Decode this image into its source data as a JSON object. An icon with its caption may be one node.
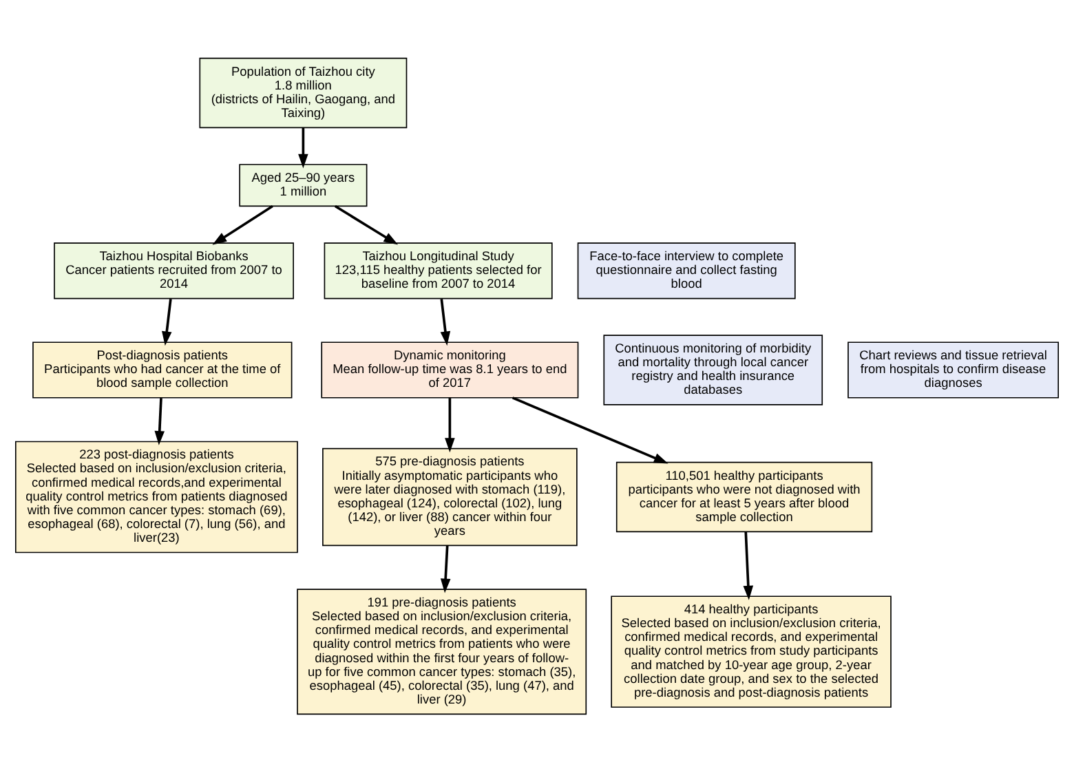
{
  "diagram": {
    "nodes": [
      {
        "text": [
          "Population of Taizhou city",
          "1.8 million",
          "(districts of Hailin, Gaogang, and Taixing)"
        ]
      },
      {
        "text": [
          "Aged 25–90 years",
          "1 million"
        ]
      },
      {
        "text": [
          "Taizhou Hospital Biobanks",
          "Cancer patients recruited from 2007 to 2014"
        ]
      },
      {
        "text": [
          "Taizhou Longitudinal Study",
          "123,115 healthy patients selected for baseline from 2007 to 2014"
        ]
      },
      {
        "text": [
          "Face-to-face interview to complete questionnaire and collect fasting blood"
        ]
      },
      {
        "text": [
          "Continuous monitoring of morbidity and mortality through local cancer registry and health insurance databases"
        ]
      },
      {
        "text": [
          "Dynamic monitoring",
          "Mean follow-up time was 8.1 years to end of 2017"
        ]
      },
      {
        "text": [
          "Chart reviews and tissue retrieval from hospitals to confirm disease diagnoses"
        ]
      },
      {
        "text": [
          "Post-diagnosis patients",
          "Participants who had cancer at the time of blood sample collection"
        ]
      },
      {
        "text": [
          "575 pre-diagnosis patients",
          "Initially asymptomatic participants who were later diagnosed with stomach (119), esophageal (124), colorectal (102), lung (142), or liver (88) cancer within four years"
        ]
      },
      {
        "text": [
          "110,501 healthy participants",
          "participants who were not diagnosed with cancer for at least 5 years after blood sample collection"
        ]
      },
      {
        "text": [
          "223 post-diagnosis patients",
          "Selected based on inclusion/exclusion criteria, confirmed medical records,and experimental quality control metrics from patients diagnosed with five common cancer types: stomach (69), esophageal (68), colorectal (7), lung (56), and liver(23)"
        ]
      },
      {
        "text": [
          "191 pre-diagnosis patients",
          "Selected based on inclusion/exclusion criteria, confirmed medical records, and experimental quality control metrics from patients who were diagnosed within the first four years of follow-up for five common cancer types: stomach (35), esophageal (45), colorectal (35), lung (47), and liver (29)"
        ]
      },
      {
        "text": [
          "414 healthy participants",
          "Selected based on inclusion/exclusion criteria, confirmed medical records, and experimental quality control metrics from study participants and matched by 10-year age group, 2-year collection date group, and sex to the selected pre-diagnosis and post-diagnosis patients"
        ]
      }
    ],
    "edges": [
      {
        "from": 0,
        "to": 1,
        "arrow": "to"
      },
      {
        "from": 1,
        "to": 2,
        "arrow": "to"
      },
      {
        "from": 1,
        "to": 3,
        "arrow": "to"
      },
      {
        "from": 3,
        "to": 6,
        "arrow": "to"
      },
      {
        "from": 2,
        "to": 8,
        "arrow": "to"
      },
      {
        "from": 6,
        "to": 9,
        "arrow": "to"
      },
      {
        "from": 6,
        "to": 10,
        "arrow": "to"
      },
      {
        "from": 8,
        "to": 11,
        "arrow": "to"
      },
      {
        "from": 9,
        "to": 12,
        "arrow": "to"
      },
      {
        "from": 10,
        "to": 13,
        "arrow": "to"
      }
    ]
  }
}
